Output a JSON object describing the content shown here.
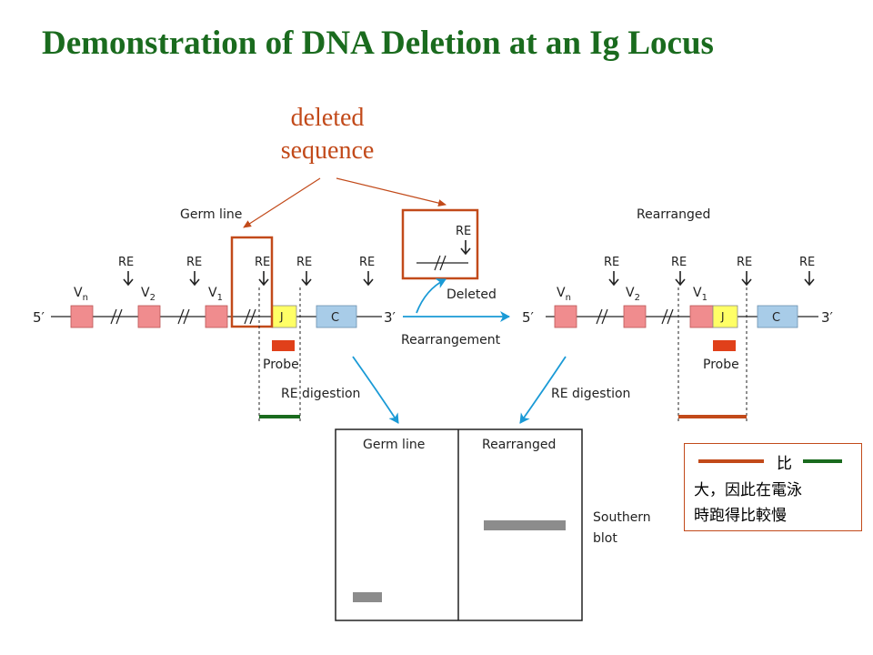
{
  "title": "Demonstration of DNA Deletion at an Ig Locus",
  "annotation": {
    "deleted_line1": "deleted",
    "deleted_line2": "sequence"
  },
  "germline": {
    "heading": "Germ line",
    "five_prime": "5′",
    "three_prime": "3′",
    "re": "RE",
    "v_letter": "V",
    "v_subs": [
      "n",
      "2",
      "1"
    ],
    "j": "J",
    "c": "C",
    "probe": "Probe",
    "digestion": "RE digestion"
  },
  "rearranged": {
    "heading": "Rearranged",
    "five_prime": "5′",
    "three_prime": "3′",
    "re": "RE",
    "v_letter": "V",
    "v_subs": [
      "n",
      "2",
      "1"
    ],
    "j": "J",
    "c": "C",
    "probe": "Probe",
    "digestion": "RE digestion"
  },
  "deleted_box": {
    "re": "RE",
    "label": "Deleted"
  },
  "rearrangement_label": "Rearrangement",
  "blot": {
    "col1": "Germ line",
    "col2": "Rearranged",
    "side_line1": "Southern",
    "side_line2": "blot"
  },
  "note": {
    "char1": "比",
    "line2": "大，因此在電泳",
    "line3": "時跑得比較慢"
  },
  "colors": {
    "title_green": "#1a6b1e",
    "annotation_orange": "#c24a1a",
    "v_segment": "#f08c8e",
    "j_segment": "#ffff66",
    "c_segment": "#a8cce8",
    "probe": "#e0401a",
    "arrow_blue": "#1a9ad6",
    "band_gray": "#8c8c8c"
  }
}
